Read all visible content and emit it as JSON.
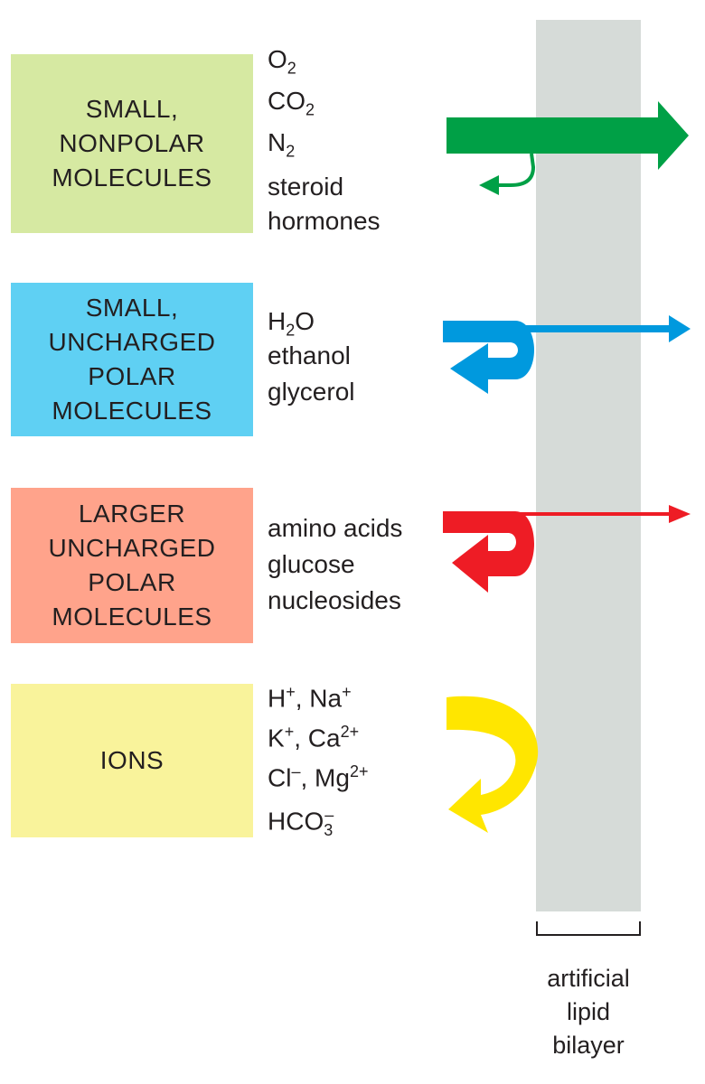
{
  "categories": [
    {
      "lines": [
        "SMALL,",
        "NONPOLAR",
        "MOLECULES"
      ],
      "color": "#d6e9a2"
    },
    {
      "lines": [
        "SMALL,",
        "UNCHARGED",
        "POLAR",
        "MOLECULES"
      ],
      "color": "#5fd0f3"
    },
    {
      "lines": [
        "LARGER",
        "UNCHARGED",
        "POLAR",
        "MOLECULES"
      ],
      "color": "#ffa38b"
    },
    {
      "lines": [
        "IONS"
      ],
      "color": "#f9f39b"
    }
  ],
  "molecules": [
    [
      {
        "main": "O",
        "sub": "2"
      },
      {
        "main": "CO",
        "sub": "2"
      },
      {
        "main": "N",
        "sub": "2"
      },
      {
        "main": "steroid"
      },
      {
        "main": "hormones"
      }
    ],
    [
      {
        "main": "H",
        "sub": "2",
        "after": "O"
      },
      {
        "main": "ethanol"
      },
      {
        "main": "glycerol"
      }
    ],
    [
      {
        "main": "amino acids"
      },
      {
        "main": "glucose"
      },
      {
        "main": "nucleosides"
      }
    ],
    [
      {
        "main": "H",
        "sup": "+",
        "after": ", Na",
        "sup2": "+"
      },
      {
        "main": "K",
        "sup": "+",
        "after": ", Ca",
        "sup2": "2+"
      },
      {
        "main": "Cl",
        "sup": "–",
        "after": ", Mg",
        "sup2": "2+"
      },
      {
        "main": "HCO",
        "sub": "3",
        "sup": "–"
      }
    ]
  ],
  "arrows": [
    {
      "type": "nonpolar",
      "color": "#00a046"
    },
    {
      "type": "small-polar",
      "color": "#0099de"
    },
    {
      "type": "large-polar",
      "color": "#ee1c25"
    },
    {
      "type": "ions",
      "color": "#ffe600"
    }
  ],
  "bilayer": {
    "lines": [
      "artificial",
      "lipid",
      "bilayer"
    ],
    "color": "#d6dbd8"
  }
}
